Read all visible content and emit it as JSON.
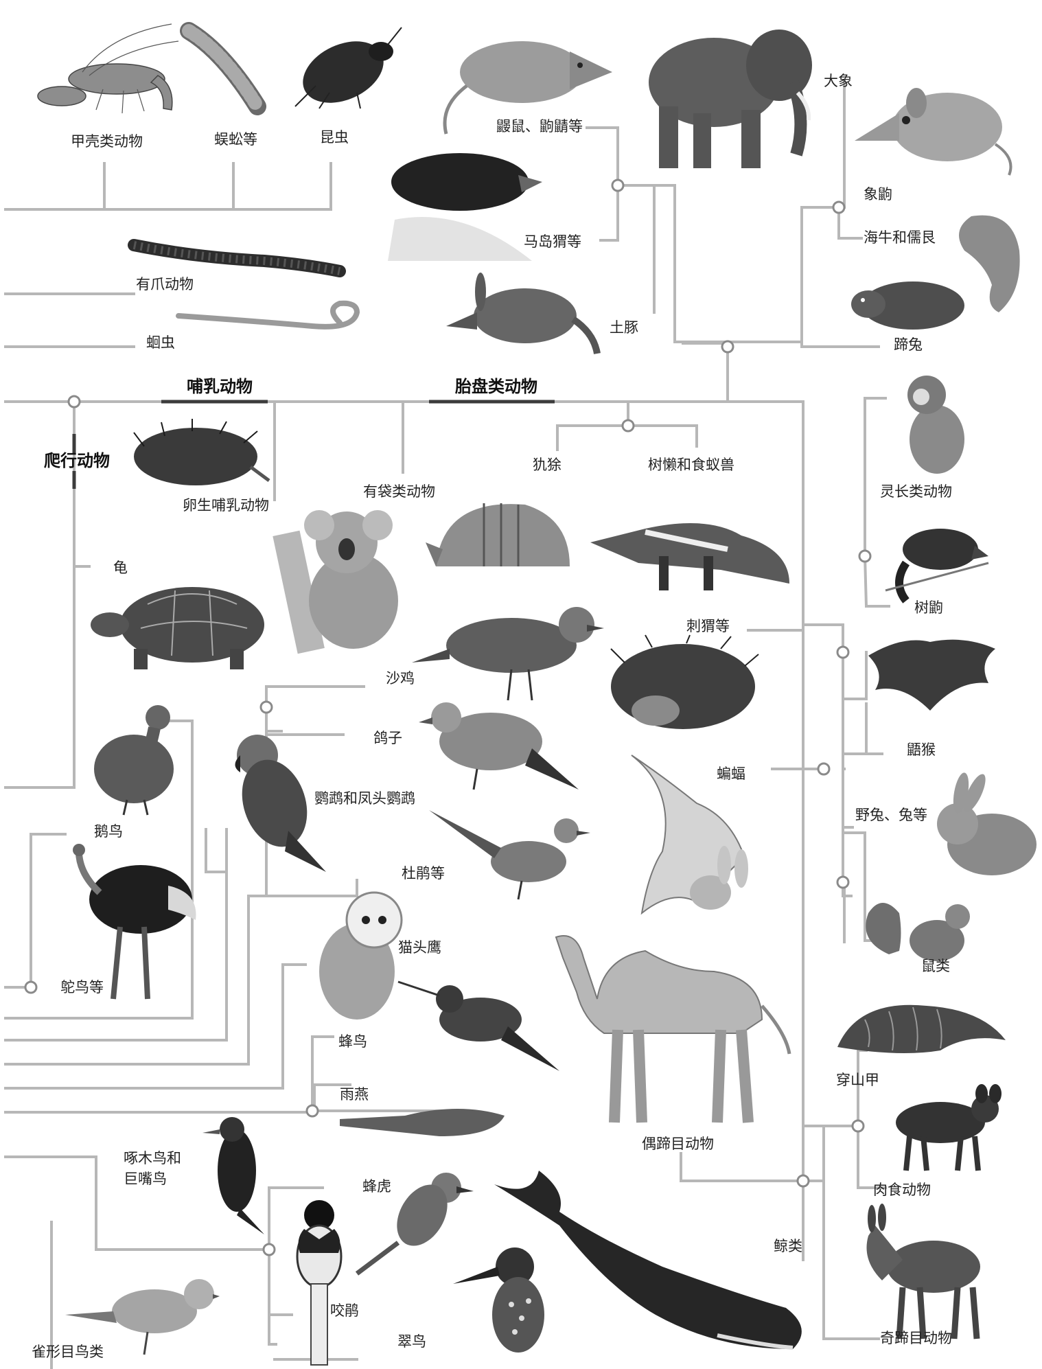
{
  "colors": {
    "line": "#b7b7b7",
    "line_dark": "#3c3c3c",
    "text": "#222222",
    "bold_bar": "#1f1f1f"
  },
  "labels": {
    "crustaceans": "甲壳类动物",
    "myriapods": "蜈蚣等",
    "insects": "昆虫",
    "velvet_worms": "有爪动物",
    "roundworms": "蛔虫",
    "mammals": "哺乳动物",
    "placentals": "胎盘类动物",
    "reptiles": "爬行动物",
    "shrews": "鼹鼠、鼩鼱等",
    "tenrecs": "马岛猬等",
    "aardvark": "土豚",
    "elephant": "大象",
    "elephant_shrew": "象鼩",
    "manatee": "海牛和儒艮",
    "hyrax": "蹄兔",
    "armadillo": "犰狳",
    "sloths_anteaters": "树懒和食蚁兽",
    "monotremes": "卵生哺乳动物",
    "marsupials": "有袋类动物",
    "turtle": "龟",
    "primates": "灵长类动物",
    "treeshrew": "树鼩",
    "hedgehog": "刺猬等",
    "colugo": "鼯猴",
    "sandgrouse": "沙鸡",
    "pigeon": "鸽子",
    "parrot": "鹦鹉和凤头鹦鹉",
    "bat": "蝙蝠",
    "tinamou": "鹅鸟",
    "rabbit": "野兔、兔等",
    "cuckoo": "杜鹃等",
    "rodents": "鼠类",
    "ostrich": "鸵鸟等",
    "owl": "猫头鹰",
    "hummingbird": "蜂鸟",
    "pangolin": "穿山甲",
    "nightjar": "雨燕",
    "even_toed": "偶蹄目动物",
    "woodpecker": "啄木鸟和\n巨嘴鸟",
    "bee_eater": "蜂虎",
    "carnivores": "肉食动物",
    "whales": "鲸类",
    "trogon": "咬鹃",
    "passerines": "雀形目鸟类",
    "kingfisher": "翠鸟",
    "odd_toed": "奇蹄目动物"
  },
  "icons": [
    "crayfish",
    "centipede",
    "beetle",
    "velvet-worm",
    "roundworm",
    "shrew",
    "elephant",
    "elephant-shrew",
    "mole",
    "manatee",
    "aardvark",
    "hyrax",
    "monkey",
    "echidna",
    "koala",
    "armadillo",
    "anteater",
    "turtle",
    "treeshrew",
    "sandgrouse",
    "hedgehog",
    "colugo",
    "dove",
    "parrot",
    "quail",
    "bat",
    "cuckoo",
    "rabbit",
    "ostrich",
    "owl",
    "squirrel",
    "hummingbird",
    "camel",
    "pangolin",
    "nightjar",
    "woodpecker",
    "bee-eater",
    "dog",
    "trogon",
    "whale",
    "donkey",
    "finch",
    "kingfisher"
  ]
}
